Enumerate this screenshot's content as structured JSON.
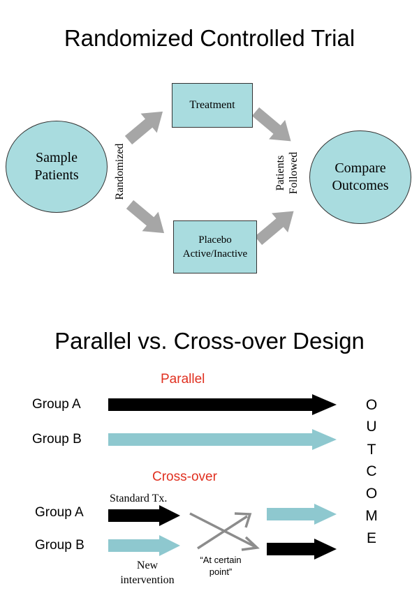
{
  "rct": {
    "title": "Randomized Controlled Trial",
    "sample_line1": "Sample",
    "sample_line2": "Patients",
    "treatment": "Treatment",
    "placebo_line1": "Placebo",
    "placebo_line2": "Active/Inactive",
    "compare_line1": "Compare",
    "compare_line2": "Outcomes",
    "randomized": "Randomized",
    "followed_line1": "Patients",
    "followed_line2": "Followed"
  },
  "design": {
    "title": "Parallel vs. Cross-over Design",
    "parallel_label": "Parallel",
    "crossover_label": "Cross-over",
    "group_a": "Group A",
    "group_b": "Group B",
    "standard_tx": "Standard Tx.",
    "new_line1": "New",
    "new_line2": "intervention",
    "certain_line1": "“At certain",
    "certain_line2": "point”",
    "outcome_letters": [
      "O",
      "U",
      "T",
      "C",
      "O",
      "M",
      "E"
    ]
  },
  "colors": {
    "fill": "#a9dcdf",
    "arrow_gray": "#a6a6a6",
    "cross_gray": "#8c8c8c",
    "black": "#000000",
    "red": "#e03020"
  }
}
